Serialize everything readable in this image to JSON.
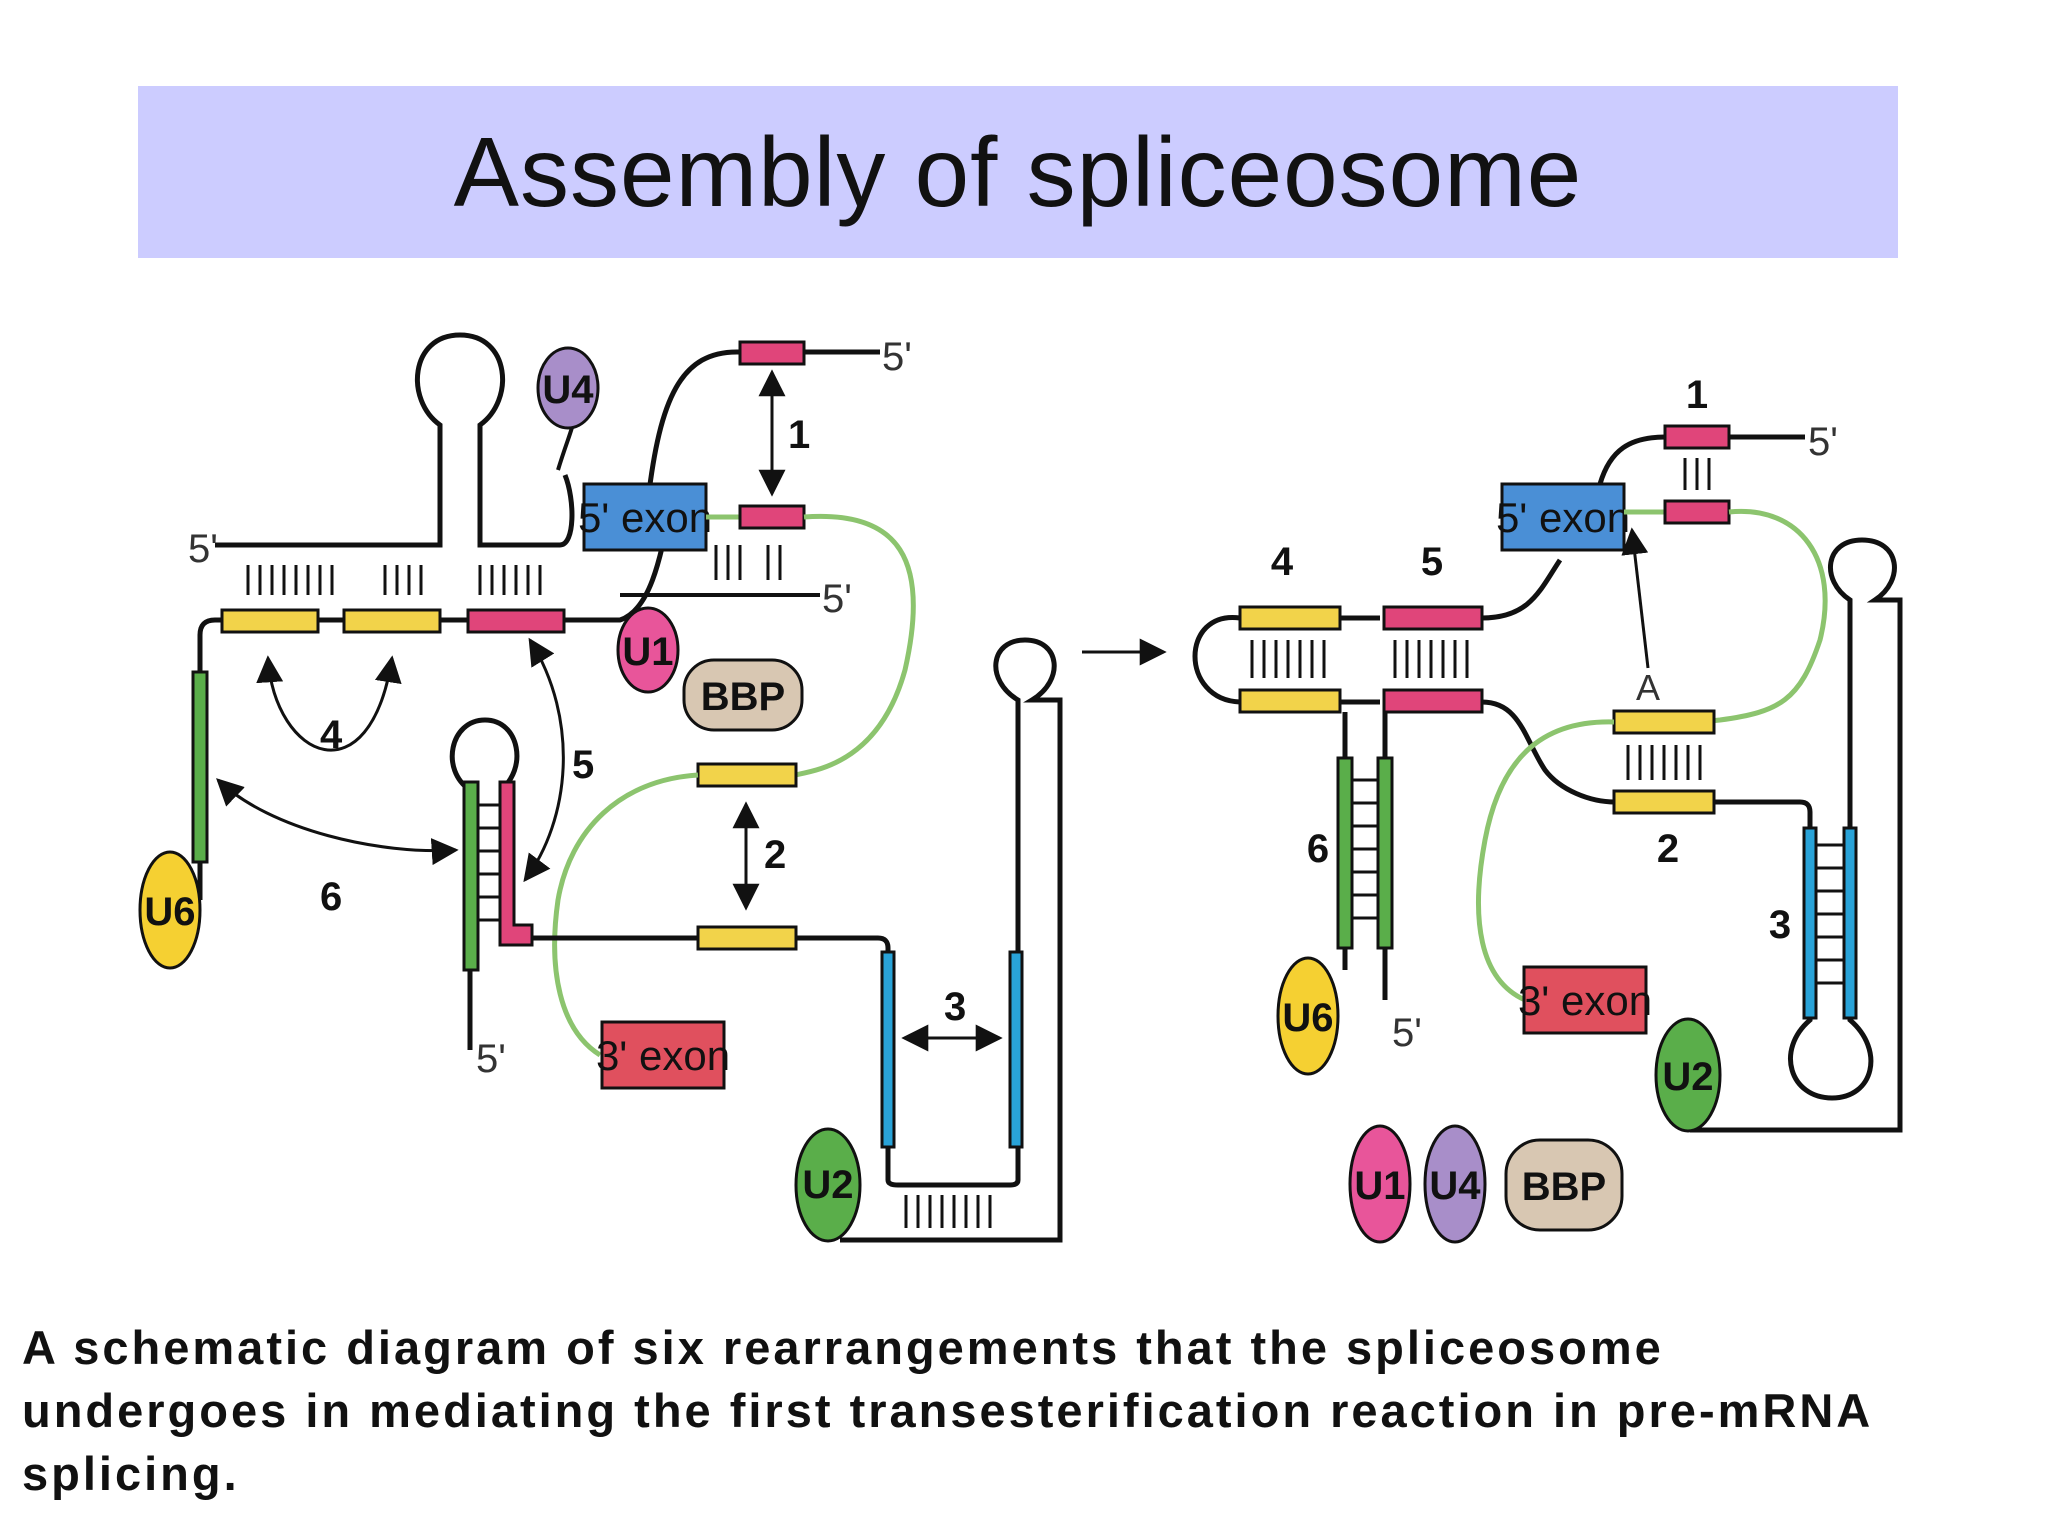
{
  "title": "Assembly of spliceosome",
  "caption": "A schematic diagram of six rearrangements that the spliceosome undergoes in mediating the first transesterification reaction in pre-mRNA splicing.",
  "labels": {
    "exon5": "5' exon",
    "exon3": "3' exon",
    "five_prime": "5'",
    "u1": "U1",
    "u2": "U2",
    "u4": "U4",
    "u6": "U6",
    "bbp": "BBP",
    "branch_a": "A",
    "n1": "1",
    "n2": "2",
    "n3": "3",
    "n4": "4",
    "n5": "5",
    "n6": "6"
  },
  "colors": {
    "title_bg": "#ccccff",
    "u1": "#e8559a",
    "u2": "#5aae4a",
    "u4": "#a88ec9",
    "u6": "#f5d032",
    "bbp": "#d8c7b2",
    "exon5": "#4a8fd6",
    "exon3": "#e0505e",
    "pink_seg": "#e0457a",
    "yellow_seg": "#f2d34a",
    "green_seg": "#5aae4a",
    "blue_seg": "#29a3d8",
    "intron": "#8cc46e"
  }
}
